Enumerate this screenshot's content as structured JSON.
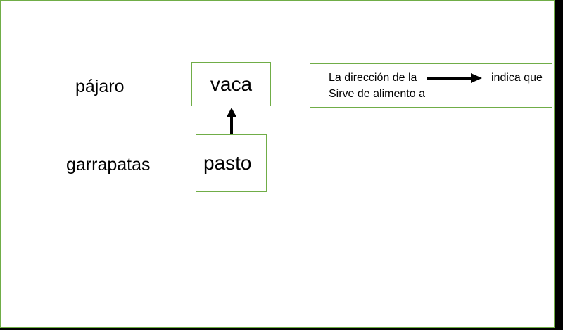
{
  "organisms": {
    "bird": "pájaro",
    "ticks": "garrapatas",
    "cow": "vaca",
    "grass": "pasto"
  },
  "legend": {
    "line1_start": "La dirección de la",
    "line1_end": "indica que",
    "line2": "Sirve de alimento a"
  },
  "colors": {
    "border": "#70ad47"
  }
}
